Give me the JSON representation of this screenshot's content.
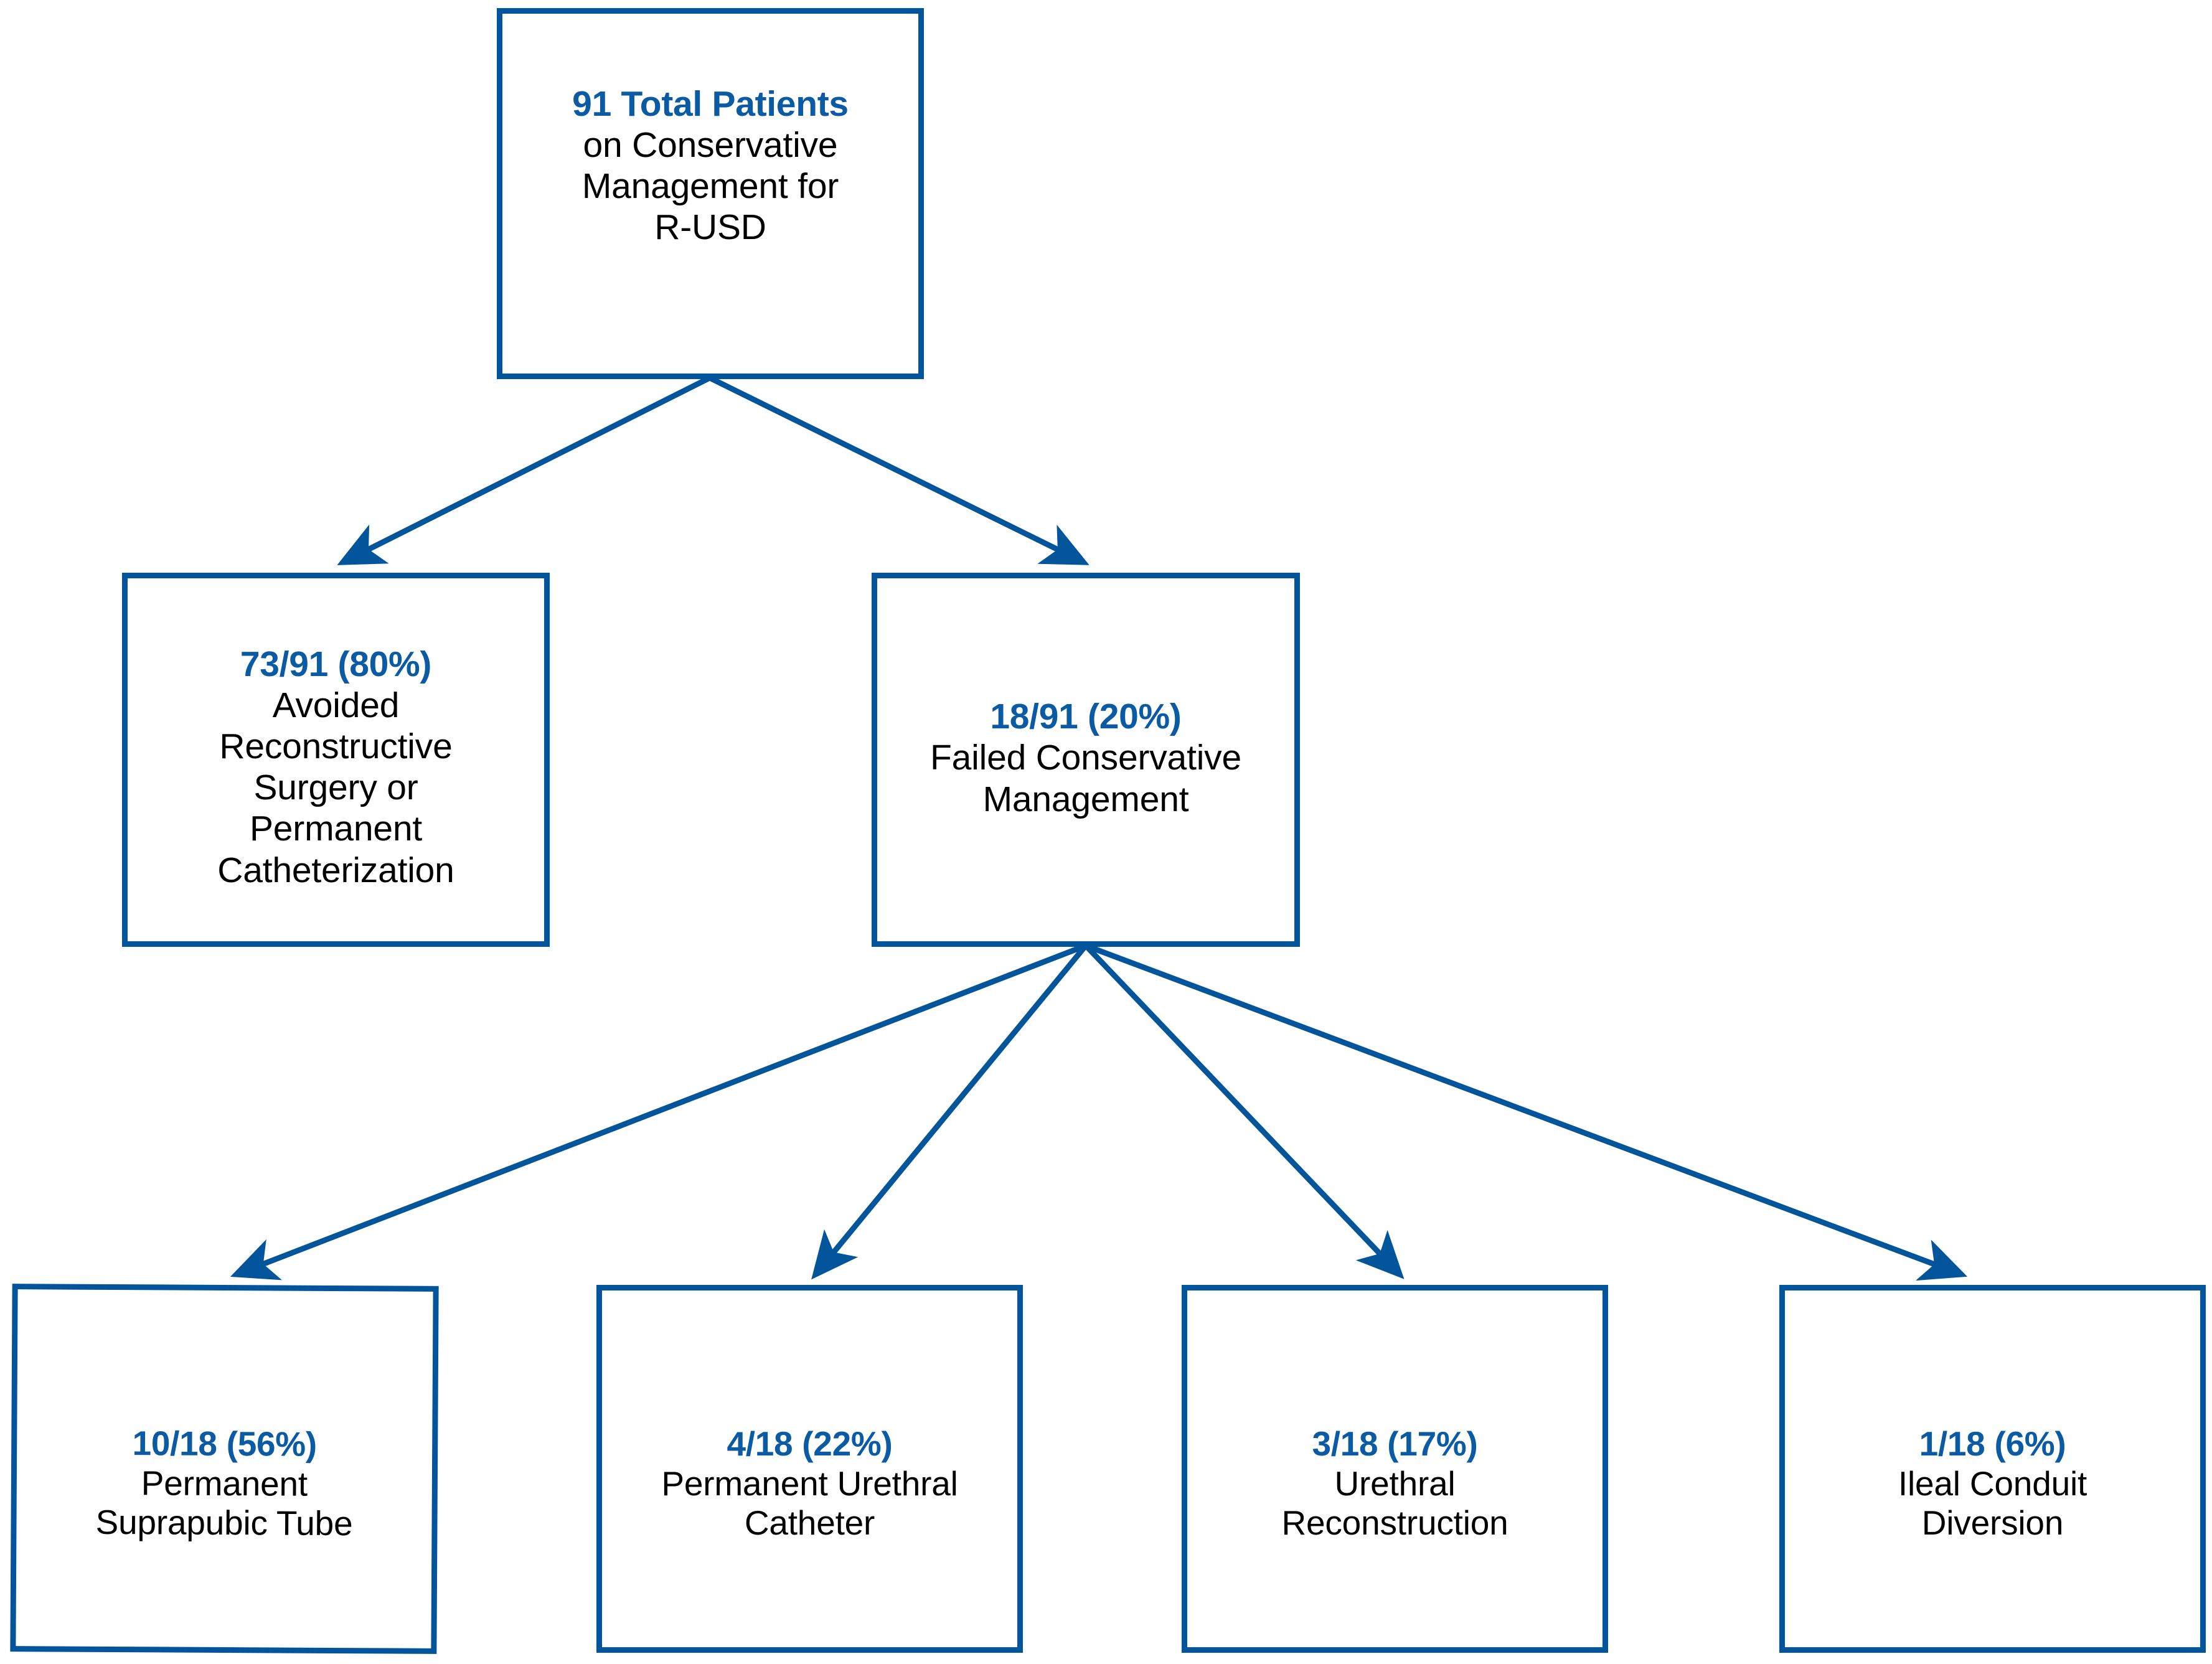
{
  "diagram": {
    "title": "Outcomes of Conservative Management for R-USD",
    "colors": {
      "accent_blue": "#0a5ba4",
      "border_blue": "#03559b",
      "label_black": "#000000",
      "background": "#ffffff"
    },
    "nodes": [
      {
        "id": "root",
        "stat": "91 Total Patients",
        "label": "on Conservative\nManagement for\nR-USD"
      },
      {
        "id": "avoided",
        "stat": "73/91 (80%)",
        "label": "Avoided\nReconstructive\nSurgery or\nPermanent\nCatheterization"
      },
      {
        "id": "failed",
        "stat": "18/91 (20%)",
        "label": "Failed Conservative\nManagement"
      },
      {
        "id": "spt",
        "stat": "10/18 (56%)",
        "label": "Permanent\nSuprapubic Tube"
      },
      {
        "id": "puc",
        "stat": "4/18 (22%)",
        "label": "Permanent Urethral\nCatheter"
      },
      {
        "id": "ur",
        "stat": "3/18 (17%)",
        "label": "Urethral\nReconstruction"
      },
      {
        "id": "icd",
        "stat": "1/18 (6%)",
        "label": "Ileal Conduit\nDiversion"
      }
    ],
    "edges": [
      {
        "from": "root",
        "to": "avoided"
      },
      {
        "from": "root",
        "to": "failed"
      },
      {
        "from": "failed",
        "to": "spt"
      },
      {
        "from": "failed",
        "to": "puc"
      },
      {
        "from": "failed",
        "to": "ur"
      },
      {
        "from": "failed",
        "to": "icd"
      }
    ]
  },
  "chart_data": {
    "type": "tree",
    "title": "Conservative management outcomes for recurrent urethral stricture disease (R-USD)",
    "total": 91,
    "levels": [
      {
        "name": "91 Total Patients on Conservative Management for R-USD",
        "count": 91
      },
      {
        "name": "Avoided Reconstructive Surgery or Permanent Catheterization",
        "count": 73,
        "denominator": 91,
        "percent": 80
      },
      {
        "name": "Failed Conservative Management",
        "count": 18,
        "denominator": 91,
        "percent": 20
      },
      {
        "name": "Permanent Suprapubic Tube",
        "count": 10,
        "denominator": 18,
        "percent": 56
      },
      {
        "name": "Permanent Urethral Catheter",
        "count": 4,
        "denominator": 18,
        "percent": 22
      },
      {
        "name": "Urethral Reconstruction",
        "count": 3,
        "denominator": 18,
        "percent": 17
      },
      {
        "name": "Ileal Conduit Diversion",
        "count": 1,
        "denominator": 18,
        "percent": 6
      }
    ]
  }
}
